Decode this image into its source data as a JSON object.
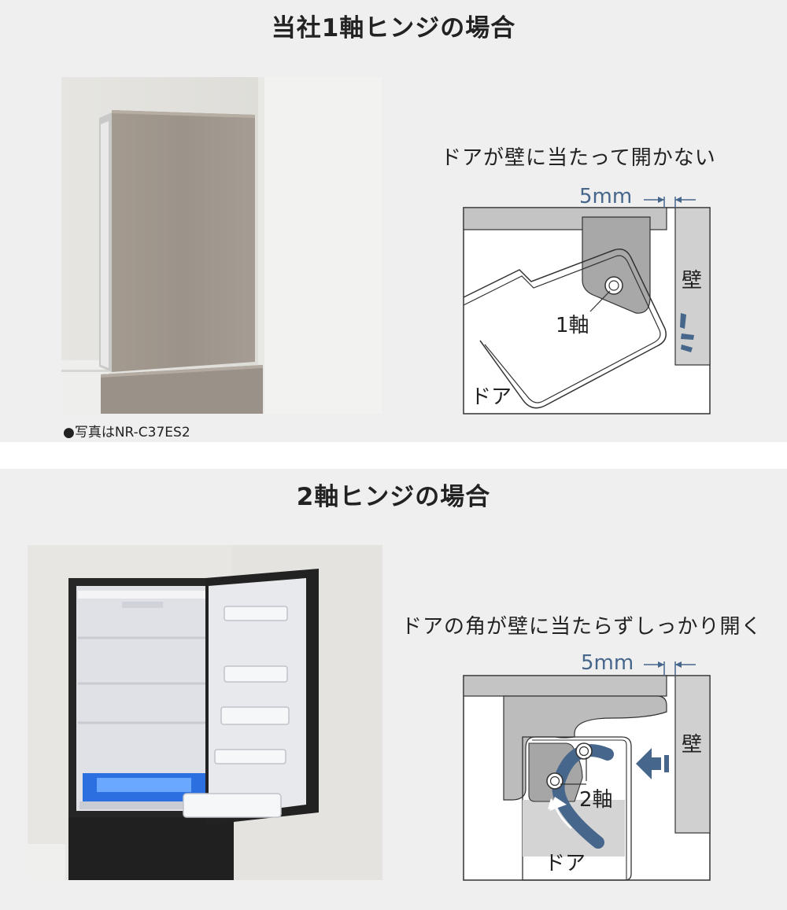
{
  "section1": {
    "title": "当社1軸ヒンジの場合",
    "photo_caption": "●写真はNR-C37ES2",
    "diagram_title": "ドアが壁に当たって開かない",
    "dimension": "5mm",
    "label_wall": "壁",
    "label_axis": "1軸",
    "label_door": "ドア"
  },
  "section2": {
    "title": "2軸ヒンジの場合",
    "diagram_title": "ドアの角が壁に当たらずしっかり開く",
    "dimension": "5mm",
    "label_wall": "壁",
    "label_axis": "2軸",
    "label_door": "ドア"
  },
  "colors": {
    "panel_bg": "#efefef",
    "accent_blue": "#46668c",
    "hinge_gray": "#b4b4b4",
    "wall_gray": "#cfcfcf"
  }
}
